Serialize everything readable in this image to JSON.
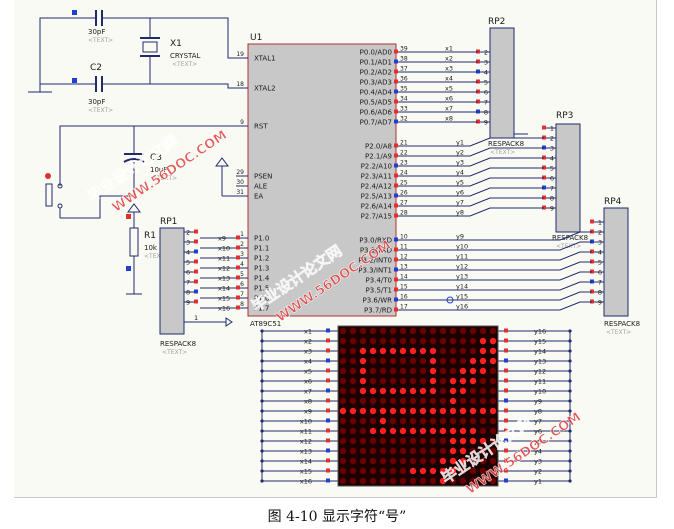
{
  "caption": "图 4-10 显示字符“号”",
  "watermark": {
    "lines": [
      "毕业设计论文网",
      "WWW.56DOC.COM"
    ],
    "color": "#e04040"
  },
  "colors": {
    "wire": "#1f2a6b",
    "body": "#c8c8c8",
    "chipBorder": "#b03030",
    "label": "#1a1a1a",
    "ghost": "#a0a0a0",
    "pinRed": "#e03030",
    "pinBlue": "#2040d0",
    "ledOn": "#ff2020",
    "ledOff": "#6a0000",
    "matrixBg": "#1a0000",
    "dot": "#1f2a6b"
  },
  "u1": {
    "ref": "U1",
    "part": "AT89C51",
    "left_pins": [
      {
        "num": "19",
        "name": "XTAL1"
      },
      {
        "num": "18",
        "name": "XTAL2"
      },
      {
        "num": "9",
        "name": "RST"
      },
      {
        "num": "29",
        "name": "PSEN"
      },
      {
        "num": "30",
        "name": "ALE"
      },
      {
        "num": "31",
        "name": "EA"
      },
      {
        "num": "1",
        "name": "P1.0",
        "net": "x9"
      },
      {
        "num": "2",
        "name": "P1.1",
        "net": "x10"
      },
      {
        "num": "3",
        "name": "P1.2",
        "net": "x11"
      },
      {
        "num": "4",
        "name": "P1.3",
        "net": "x12"
      },
      {
        "num": "5",
        "name": "P1.4",
        "net": "x13"
      },
      {
        "num": "6",
        "name": "P1.5",
        "net": "x14"
      },
      {
        "num": "7",
        "name": "P1.6",
        "net": "x15"
      },
      {
        "num": "8",
        "name": "P1.7",
        "net": "x16"
      }
    ],
    "right_pins": [
      {
        "num": "39",
        "name": "P0.0/AD0",
        "net": "x1"
      },
      {
        "num": "38",
        "name": "P0.1/AD1",
        "net": "x2"
      },
      {
        "num": "37",
        "name": "P0.2/AD2",
        "net": "x3"
      },
      {
        "num": "36",
        "name": "P0.3/AD3",
        "net": "x4"
      },
      {
        "num": "35",
        "name": "P0.4/AD4",
        "net": "x5"
      },
      {
        "num": "34",
        "name": "P0.5/AD5",
        "net": "x6"
      },
      {
        "num": "33",
        "name": "P0.6/AD6",
        "net": "x7"
      },
      {
        "num": "32",
        "name": "P0.7/AD7",
        "net": "x8"
      },
      {
        "num": "21",
        "name": "P2.0/A8",
        "net": "y1"
      },
      {
        "num": "22",
        "name": "P2.1/A9",
        "net": "y2"
      },
      {
        "num": "23",
        "name": "P2.2/A10",
        "net": "y3"
      },
      {
        "num": "24",
        "name": "P2.3/A11",
        "net": "y4"
      },
      {
        "num": "25",
        "name": "P2.4/A12",
        "net": "y5"
      },
      {
        "num": "26",
        "name": "P2.5/A13",
        "net": "y6"
      },
      {
        "num": "27",
        "name": "P2.6/A14",
        "net": "y7"
      },
      {
        "num": "28",
        "name": "P2.7/A15",
        "net": "y8"
      },
      {
        "num": "10",
        "name": "P3.0/RXD",
        "net": "y9"
      },
      {
        "num": "11",
        "name": "P3.1/TXD",
        "net": "y10"
      },
      {
        "num": "12",
        "name": "P3.2/INT0",
        "net": "y11"
      },
      {
        "num": "13",
        "name": "P3.3/INT1",
        "net": "y12"
      },
      {
        "num": "14",
        "name": "P3.4/T0",
        "net": "y13"
      },
      {
        "num": "15",
        "name": "P3.5/T1",
        "net": "y14"
      },
      {
        "num": "16",
        "name": "P3.6/WR",
        "net": "y15"
      },
      {
        "num": "17",
        "name": "P3.7/RD",
        "net": "y16"
      }
    ]
  },
  "c1": {
    "value": "30pF",
    "text": "<TEXT>"
  },
  "c2": {
    "ref": "C2",
    "value": "30pF",
    "text": "<TEXT>"
  },
  "c3": {
    "ref": "C3",
    "value": "10uF",
    "text": "<TEXT>"
  },
  "x1": {
    "ref": "X1",
    "value": "CRYSTAL",
    "text": "<TEXT>"
  },
  "r1": {
    "ref": "R1",
    "value": "10k",
    "text": "<TEXT>"
  },
  "rp1": {
    "ref": "RP1",
    "value": "RESPACK8",
    "text": "<TEXT>",
    "pins": [
      "1",
      "2",
      "3",
      "4",
      "5",
      "6",
      "7",
      "8",
      "9"
    ]
  },
  "rp2": {
    "ref": "RP2",
    "value": "RESPACK8",
    "text": "<TEXT>",
    "pins": [
      "2",
      "3",
      "4",
      "5",
      "6",
      "7",
      "8",
      "9"
    ]
  },
  "rp3": {
    "ref": "RP3",
    "value": "RESPACK8",
    "text": "<TEXT>",
    "pins": [
      "1",
      "2",
      "3",
      "4",
      "5",
      "6",
      "7",
      "8",
      "9"
    ]
  },
  "rp4": {
    "ref": "RP4",
    "value": "RESPACK8",
    "text": "<TEXT>",
    "pins": [
      "1",
      "2",
      "3",
      "4",
      "5",
      "6",
      "7",
      "8",
      "9"
    ]
  },
  "matrix": {
    "rows": [
      "x1",
      "x2",
      "x3",
      "x4",
      "x5",
      "x6",
      "x7",
      "x8",
      "x9",
      "x10",
      "x11",
      "x12",
      "x13",
      "x14",
      "x15",
      "x16"
    ],
    "cols": [
      "y16",
      "y15",
      "y14",
      "y13",
      "y12",
      "y11",
      "y10",
      "y9",
      "y8",
      "y7",
      "y6",
      "y5",
      "y4",
      "y3",
      "y2",
      "y1"
    ],
    "pattern": [
      "................",
      "..............##",
      "..########....##",
      "..#......#...###",
      "..#......#..###.",
      "..#......#.###..",
      "..########.##...",
      "...........#....",
      "################",
      "....#...........",
      "...###########..",
      "...........####.",
      "...........##...",
      "..........###...",
      ".......#####....",
      "..........#....."
    ]
  }
}
